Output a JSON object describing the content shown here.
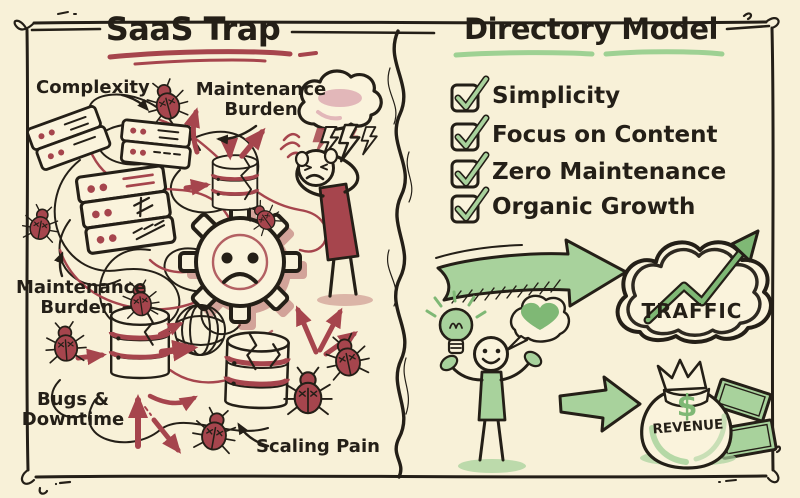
{
  "colors": {
    "background": "#f8f1d8",
    "ink": "#241f17",
    "red": "#a6454d",
    "red_soft": "#e2b7b9",
    "green": "#a8d29c",
    "green_deep": "#7fb875",
    "green_underline": "#9ed193",
    "cream": "#faf3dc"
  },
  "left_panel": {
    "title": "SaaS Trap",
    "labels": {
      "complexity": "Complexity",
      "maintenance_top": "Maintenance\nBurden",
      "maintenance_left": "Maintenance\nBurden",
      "bugs_downtime": "Bugs &\nDowntime",
      "scaling_pain": "Scaling Pain"
    }
  },
  "right_panel": {
    "title": "Directory Model",
    "checklist": [
      {
        "label": "Simplicity",
        "checked": true
      },
      {
        "label": "Focus on Content",
        "checked": true
      },
      {
        "label": "Zero Maintenance",
        "checked": true
      },
      {
        "label": "Organic Growth",
        "checked": true
      }
    ],
    "traffic_cloud_label": "TRAFFIC",
    "money_bag": {
      "currency_symbol": "$",
      "label": "REVENUE"
    }
  }
}
